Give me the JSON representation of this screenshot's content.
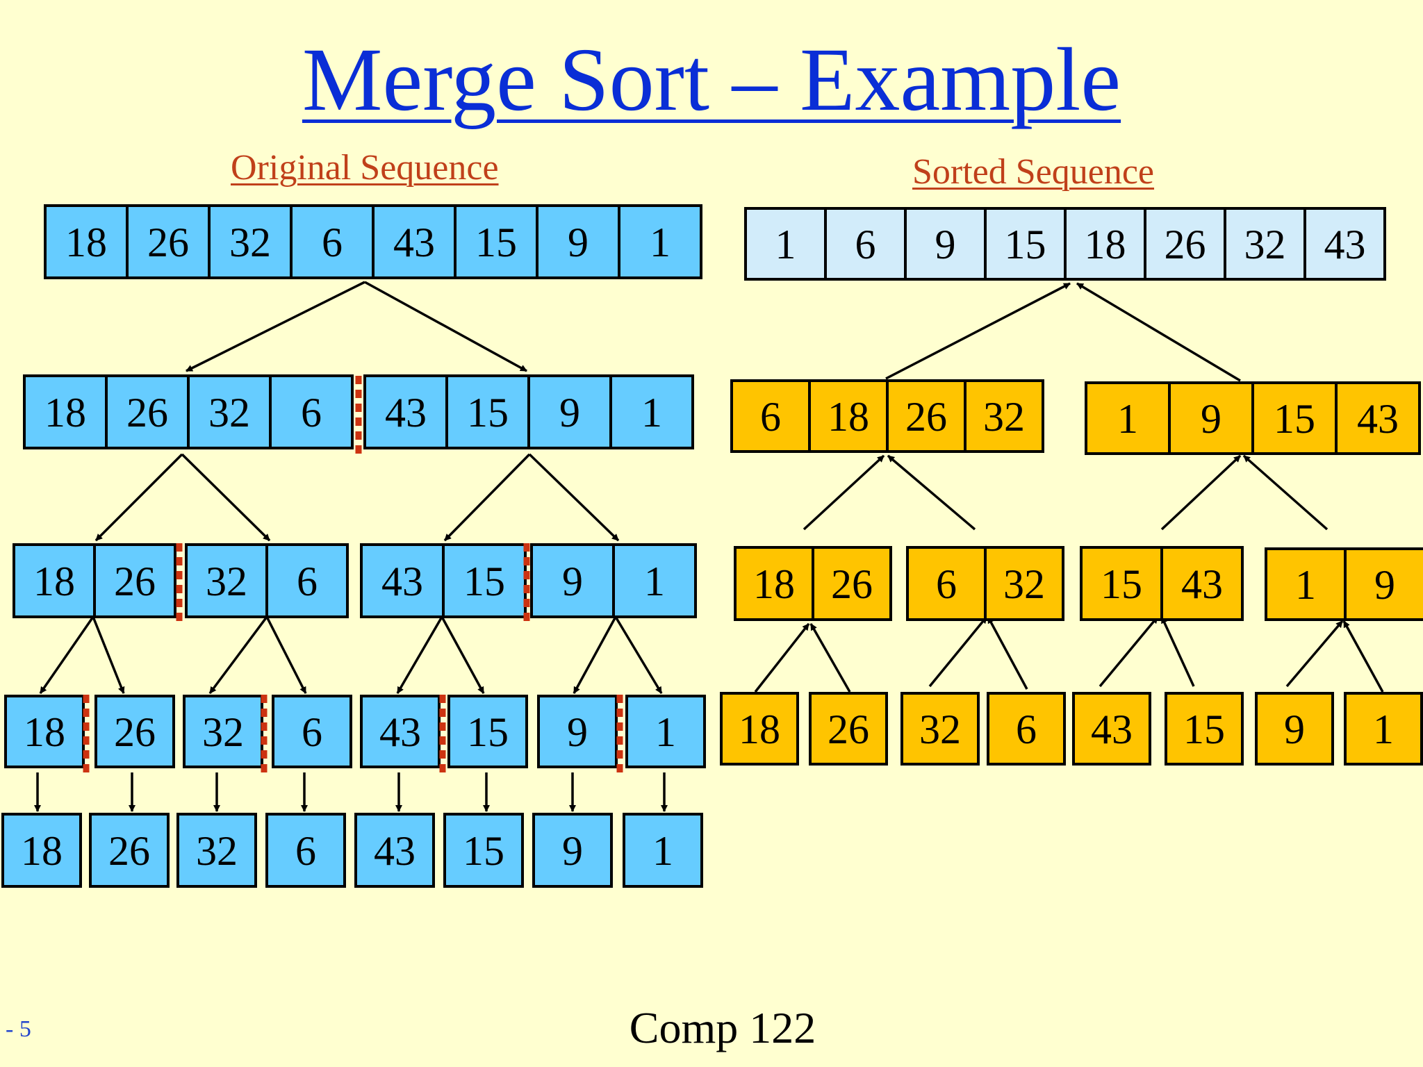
{
  "slide": {
    "title": "Merge Sort – Example",
    "left_heading": "Original Sequence",
    "right_heading": "Sorted Sequence",
    "footer": "Comp 122",
    "page_number": "- 5"
  },
  "colors": {
    "background": "#ffffd0",
    "title": "#0a2ed6",
    "heading": "#c0401a",
    "split_cell": "#66ccff",
    "sorted_result_cell": "#d2ecfa",
    "merge_cell": "#ffc400",
    "divider": "#cc3311",
    "outline": "#000000"
  },
  "split_tree": {
    "original": [
      "18",
      "26",
      "32",
      "6",
      "43",
      "15",
      "9",
      "1"
    ],
    "level_1": [
      [
        "18",
        "26",
        "32",
        "6"
      ],
      [
        "43",
        "15",
        "9",
        "1"
      ]
    ],
    "level_2": [
      [
        "18",
        "26"
      ],
      [
        "32",
        "6"
      ],
      [
        "43",
        "15"
      ],
      [
        "9",
        "1"
      ]
    ],
    "level_3": [
      "18",
      "26",
      "32",
      "6",
      "43",
      "15",
      "9",
      "1"
    ],
    "leaves": [
      "18",
      "26",
      "32",
      "6",
      "43",
      "15",
      "9",
      "1"
    ]
  },
  "merge_tree": {
    "leaves": [
      "18",
      "26",
      "32",
      "6",
      "43",
      "15",
      "9",
      "1"
    ],
    "level_2": [
      [
        "18",
        "26"
      ],
      [
        "6",
        "32"
      ],
      [
        "15",
        "43"
      ],
      [
        "1",
        "9"
      ]
    ],
    "level_1": [
      [
        "6",
        "18",
        "26",
        "32"
      ],
      [
        "1",
        "9",
        "15",
        "43"
      ]
    ],
    "sorted": [
      "1",
      "6",
      "9",
      "15",
      "18",
      "26",
      "32",
      "43"
    ]
  }
}
